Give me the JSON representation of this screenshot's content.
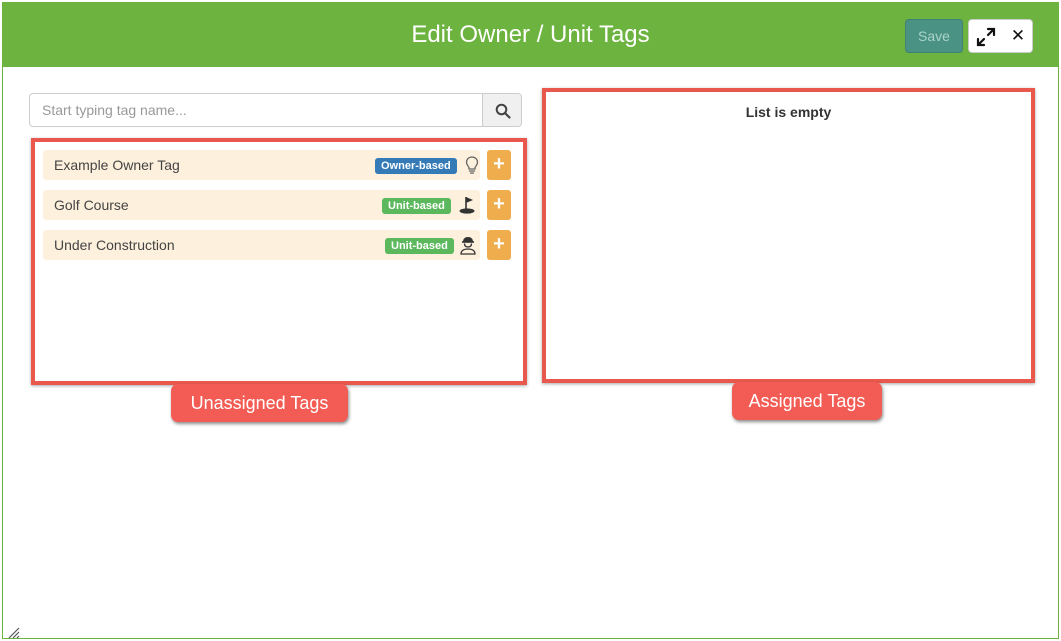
{
  "dialog": {
    "title": "Edit Owner / Unit Tags",
    "save_label": "Save",
    "close_glyph": "✕",
    "expand_icon": "expand-arrows-icon",
    "header_color": "#6db33f"
  },
  "search": {
    "placeholder": "Start typing tag name...",
    "value": "",
    "icon": "search-icon"
  },
  "unassigned": {
    "tags": [
      {
        "name": "Example Owner Tag",
        "badge": "Owner-based",
        "badge_color": "#337ab7",
        "icon": "lightbulb-icon"
      },
      {
        "name": "Golf Course",
        "badge": "Unit-based",
        "badge_color": "#5cb85c",
        "icon": "golf-flag-icon"
      },
      {
        "name": "Under Construction",
        "badge": "Unit-based",
        "badge_color": "#5cb85c",
        "icon": "construction-worker-icon"
      }
    ],
    "add_glyph": "+"
  },
  "assigned": {
    "empty_text": "List is empty"
  },
  "annotations": {
    "unassigned_label": "Unassigned Tags",
    "assigned_label": "Assigned Tags",
    "highlight_color": "#e8584d"
  }
}
